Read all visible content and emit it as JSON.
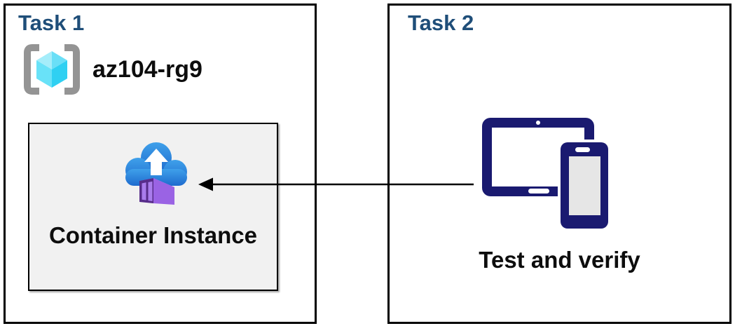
{
  "task1": {
    "title": "Task 1",
    "resource_group_name": "az104-rg9",
    "container_panel": {
      "label": "Container Instance"
    }
  },
  "task2": {
    "title": "Task 2",
    "caption": "Test and verify"
  },
  "icons": {
    "resource_group": "azure-resource-group",
    "container_instance": "cloud-upload-with-container",
    "devices": "tablet-and-phone",
    "arrow": "left-pointing-arrow"
  },
  "colors": {
    "title-blue": "#1F4E79",
    "text-black": "#0d0d0d",
    "box-border": "#000000",
    "panel-gray": "#F1F1F1",
    "device-navy": "#1A1A70",
    "device-screen-white": "#FFFFFF",
    "device-screen-gray": "#E6E6E6",
    "cloud-blue-top": "#3FA0EA",
    "cloud-blue-bottom": "#1E6BCE",
    "container-frame": "#572C8A",
    "container-panel-purple": "#A97CEC",
    "container-top": "#BE93F2",
    "container-side": "#9A63E4",
    "bracket-gray": "#949494",
    "cube-top-left": "#A5EDFA",
    "cube-top-right": "#6ADFF7",
    "cube-side-left": "#69E2F8",
    "cube-side-right": "#2FD0F2",
    "arrow-black": "#000000"
  }
}
